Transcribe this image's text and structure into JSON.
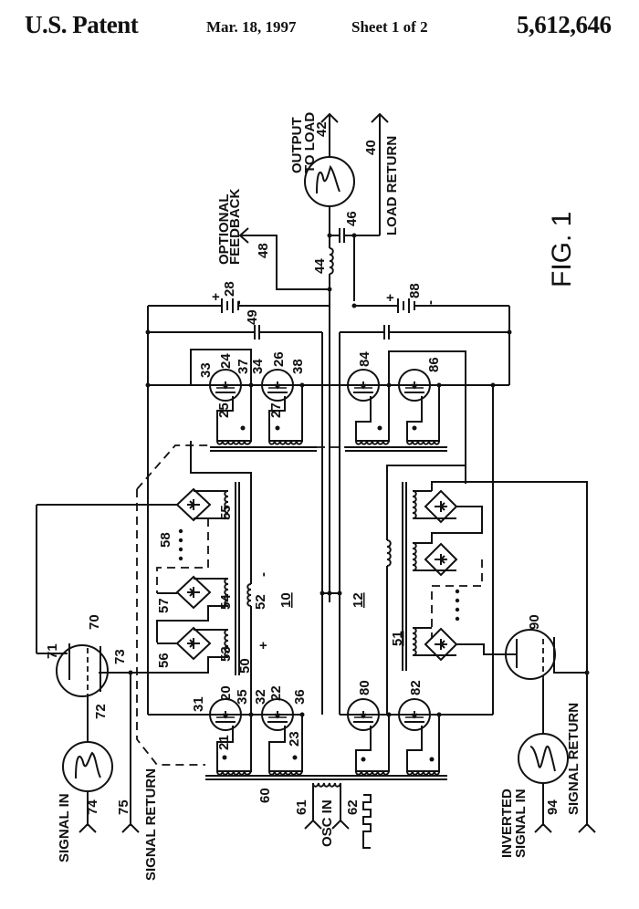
{
  "header": {
    "title": "U.S. Patent",
    "date": "Mar. 18, 1997",
    "sheet": "Sheet 1 of 2",
    "patent_number": "5,612,646"
  },
  "figure": {
    "caption": "FIG. 1",
    "labels": {
      "output_to_load_1": "OUTPUT",
      "output_to_load_2": "TO LOAD",
      "load_return": "LOAD RETURN",
      "optional_feedback_1": "OPTIONAL",
      "optional_feedback_2": "FEEDBACK",
      "signal_in": "SIGNAL IN",
      "signal_return_left": "SIGNAL RETURN",
      "osc_in": "OSC IN",
      "inverted_signal_1": "INVERTED",
      "inverted_signal_2": "SIGNAL IN",
      "signal_return_right": "SIGNAL RETURN",
      "plus": "+",
      "minus": "-"
    },
    "refs": {
      "r10": "10",
      "r12": "12",
      "r20": "20",
      "r21": "21",
      "r22": "22",
      "r23": "23",
      "r24": "24",
      "r25": "25",
      "r26": "26",
      "r27": "27",
      "r28": "28",
      "r31": "31",
      "r32": "32",
      "r33": "33",
      "r34": "34",
      "r35": "35",
      "r36": "36",
      "r37": "37",
      "r38": "38",
      "r40": "40",
      "r42": "42",
      "r44": "44",
      "r46": "46",
      "r48": "48",
      "r49": "49",
      "r50": "50",
      "r51": "51",
      "r52": "52",
      "r53": "53",
      "r54": "54",
      "r55": "55",
      "r56": "56",
      "r57": "57",
      "r58": "58",
      "r60": "60",
      "r61": "61",
      "r62": "62",
      "r70": "70",
      "r71": "71",
      "r72": "72",
      "r73": "73",
      "r74": "74",
      "r75": "75",
      "r80": "80",
      "r82": "82",
      "r84": "84",
      "r86": "86",
      "r88": "88",
      "r90": "90",
      "r94": "94"
    }
  }
}
